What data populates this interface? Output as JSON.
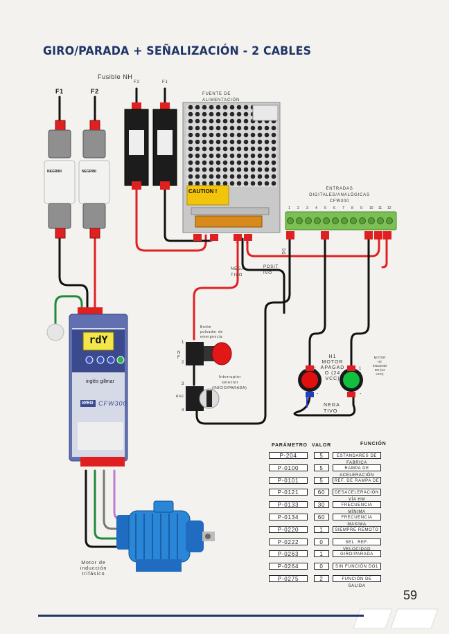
{
  "title": "GIRO/PARADA + SEÑALIZACIÓN - 2 CABLES",
  "labels": {
    "fusible_nh": "Fusible NH",
    "f1_left": "F1",
    "f2_left": "F2",
    "f2_small": "F2",
    "f1_small": "F1",
    "fuente_1": "FUENTE DE",
    "fuente_2": "ALIMENTACIÓN",
    "caution": "CAUTION !",
    "entradas_1": "ENTRADAS",
    "entradas_2": "DIGITALES/ANALÓGICAS",
    "entradas_3": "CFW300",
    "nega_1": "NEGA",
    "nega_2": "TIVO",
    "posit_1": "POSIT",
    "posit_2": "IVO",
    "di1": "DI1",
    "boton_1": "Botón",
    "boton_2": "pulsador de",
    "boton_3": "emergencia",
    "interruptor_1": "Interruptor",
    "interruptor_2": "selector",
    "interruptor_3": "(INICIO/PARADA)",
    "h1_1": "H1",
    "h1_2": "MOTOR",
    "h1_3": "APAGAD",
    "h1_4": "O (24",
    "h1_5": "VCC)",
    "h2_1": "MOTOR",
    "h2_2": "H2",
    "h2_3": "ENCENDI",
    "h2_4": "DO (24",
    "h2_5": "VCC)",
    "nega2_1": "NEGA",
    "nega2_2": "TIVO",
    "motor_1": "Motor de",
    "motor_2": "inducción",
    "motor_3": "trifásico",
    "vfd_display": "rdY",
    "vfd_brand": "inglés gillmar",
    "vfd_model": "CFW300",
    "vfd_logo": "WEG",
    "fuse_brand": "NEGRINI",
    "n_label": "N",
    "f_label": "F",
    "esc_label": "esc",
    "num_1": "1",
    "num_2": "2",
    "num_3": "3",
    "num_4": "4",
    "minus": "-",
    "plus": "+"
  },
  "terminal_numbers": [
    "1",
    "2",
    "3",
    "4",
    "5",
    "6",
    "7",
    "8",
    "9",
    "10",
    "11",
    "12"
  ],
  "table": {
    "headers": [
      "PARÁMETRO",
      "VALOR",
      "FUNCIÓN"
    ],
    "rows": [
      {
        "param": "P-204",
        "valor": "5",
        "funcion": "ESTANDARES DE FABRICA"
      },
      {
        "param": "P-0100",
        "valor": "5",
        "funcion": "RAMPA DE ACELERACIÓN"
      },
      {
        "param": "P-0101",
        "valor": "5",
        "funcion": "REF. DE RAMPA DE"
      },
      {
        "param": "P-0121",
        "valor": "60",
        "funcion": "DESACELERACIÓN VÍA HM"
      },
      {
        "param": "P-0133",
        "valor": "30",
        "funcion": "FRECUENCIA MÍNIMA"
      },
      {
        "param": "P-0134",
        "valor": "60",
        "funcion": "FRECUENCIA MAXIMA"
      },
      {
        "param": "P-0220",
        "valor": "1",
        "funcion": "SIEMPRE REMOTO"
      },
      {
        "param": "P-0222",
        "valor": "0",
        "funcion": "SEL. REF. VELOCIDAD"
      },
      {
        "param": "P-0263",
        "valor": "1",
        "funcion": "GIRO/PARADA"
      },
      {
        "param": "P-0264",
        "valor": "0",
        "funcion": "SIN FUNCIÓN DO1"
      },
      {
        "param": "P-0275",
        "valor": "2",
        "funcion": "FUNCIÓN DE SALIDA"
      }
    ]
  },
  "page_number": "59",
  "colors": {
    "title": "#1f3566",
    "wire_black": "#111111",
    "wire_red": "#e02020",
    "wire_green": "#1f8a3a",
    "wire_gray": "#777777",
    "wire_violet": "#c07ad8",
    "led_red": "#e01010",
    "led_green": "#12c040",
    "terminal_green": "#7bbf55",
    "vfd_blue": "#5b6db0",
    "motor_blue": "#2a86d6"
  }
}
